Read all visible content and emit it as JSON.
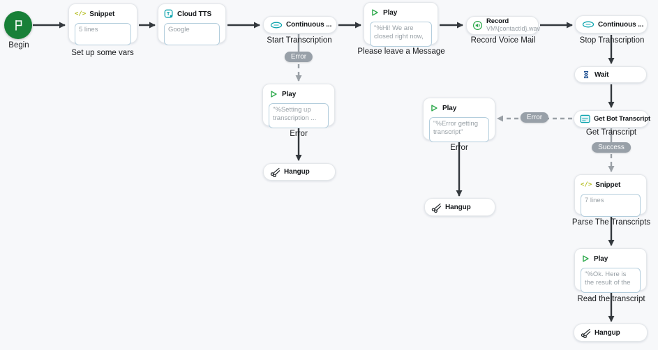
{
  "app": {
    "name": "call-flow-designer"
  },
  "nodes": {
    "begin": {
      "label": "Begin"
    },
    "snippet1": {
      "title": "Snippet",
      "body": "5 lines",
      "caption": "Set up some vars"
    },
    "cloud_tts": {
      "title": "Cloud TTS",
      "body": "Google"
    },
    "continuous1": {
      "title": "Continuous ...",
      "caption": "Start Transcription"
    },
    "play_greeting": {
      "title": "Play",
      "body": "\"%Hi! We are closed right now, ...",
      "caption": "Please leave a Message"
    },
    "record": {
      "title": "Record",
      "body": "VM\\{contactId}.wav",
      "caption": "Record Voice Mail"
    },
    "continuous2": {
      "title": "Continuous ...",
      "caption": "Stop Transcription"
    },
    "wait": {
      "title": "Wait"
    },
    "get_bot_transcript": {
      "title": "Get Bot Transcript",
      "caption": "Get Transcript"
    },
    "snippet2": {
      "title": "Snippet",
      "body": "7 lines",
      "caption": "Parse The Transcripts"
    },
    "play_result": {
      "title": "Play",
      "body": "\"%Ok. Here is the result of the ...",
      "caption": "Read the transcript"
    },
    "hangup_main": {
      "title": "Hangup"
    },
    "play_error_transcription": {
      "title": "Play",
      "body": "\"%Setting up transcription ...",
      "caption": "Error"
    },
    "hangup_error_transcription": {
      "title": "Hangup"
    },
    "play_error_transcript": {
      "title": "Play",
      "body": "\"%Error getting transcript\"",
      "caption": "Error"
    },
    "hangup_error_transcript": {
      "title": "Hangup"
    }
  },
  "badges": {
    "error_start_transcription": "Error",
    "error_get_transcript": "Error",
    "success": "Success"
  },
  "colors": {
    "begin_green": "#188038",
    "teal_accent": "#0aa3ad",
    "green_accent": "#2ba84a",
    "snippet_olive": "#b3bc1d",
    "wait_navy": "#1d4f91",
    "badge_gray": "#98a0a8",
    "edge_dark": "#33383d",
    "edge_gray": "#9aa0a6",
    "field_border_blue": "#b4cedd"
  }
}
